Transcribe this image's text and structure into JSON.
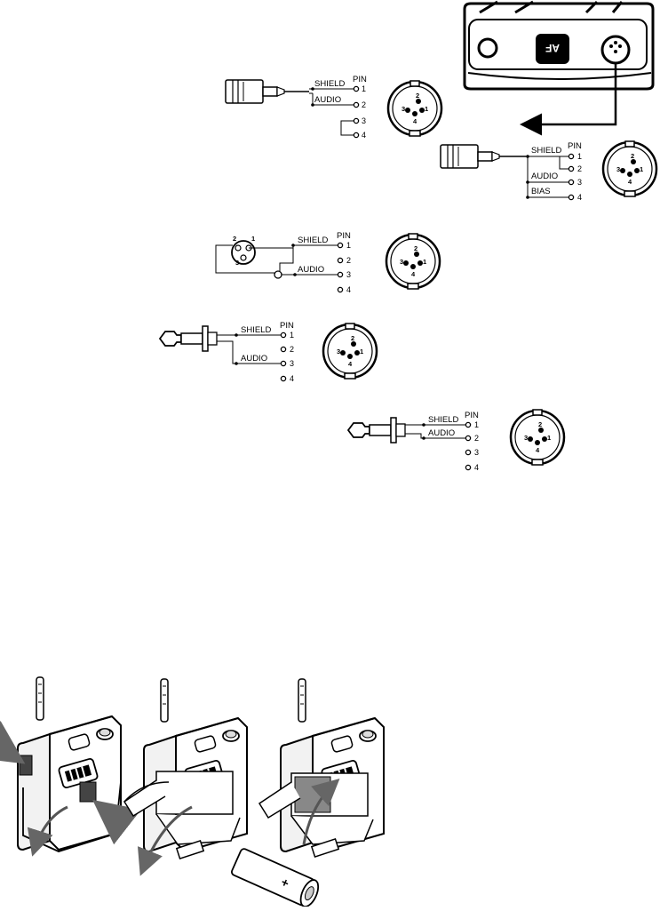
{
  "pin_header": "PIN",
  "labels": {
    "shield": "SHIELD",
    "audio": "AUDIO",
    "bias": "BIAS"
  },
  "pins": [
    "1",
    "2",
    "3",
    "4"
  ],
  "connector_pins": [
    "1",
    "2",
    "3",
    "4"
  ],
  "xlr_pins": [
    "1",
    "2",
    "3"
  ],
  "transmitter_button": "AF",
  "battery_polarity": "+",
  "wiring_diagrams": [
    {
      "source": "two-conductor mic plug",
      "shield_pin": "1",
      "audio_pin": "2",
      "jumper": "3-4"
    },
    {
      "source": "mic plug with bias",
      "shield_pin": "1",
      "audio_pin": "3",
      "bias_pin": "4",
      "jumper": "1-2"
    },
    {
      "source": "XLR",
      "shield_pin": "1",
      "audio_pin": "3"
    },
    {
      "source": "1/4 inch phone plug",
      "shield_pin": "1",
      "audio_pin": "3"
    },
    {
      "source": "phone plug",
      "shield_pin": "1",
      "audio_pin": "2"
    }
  ]
}
